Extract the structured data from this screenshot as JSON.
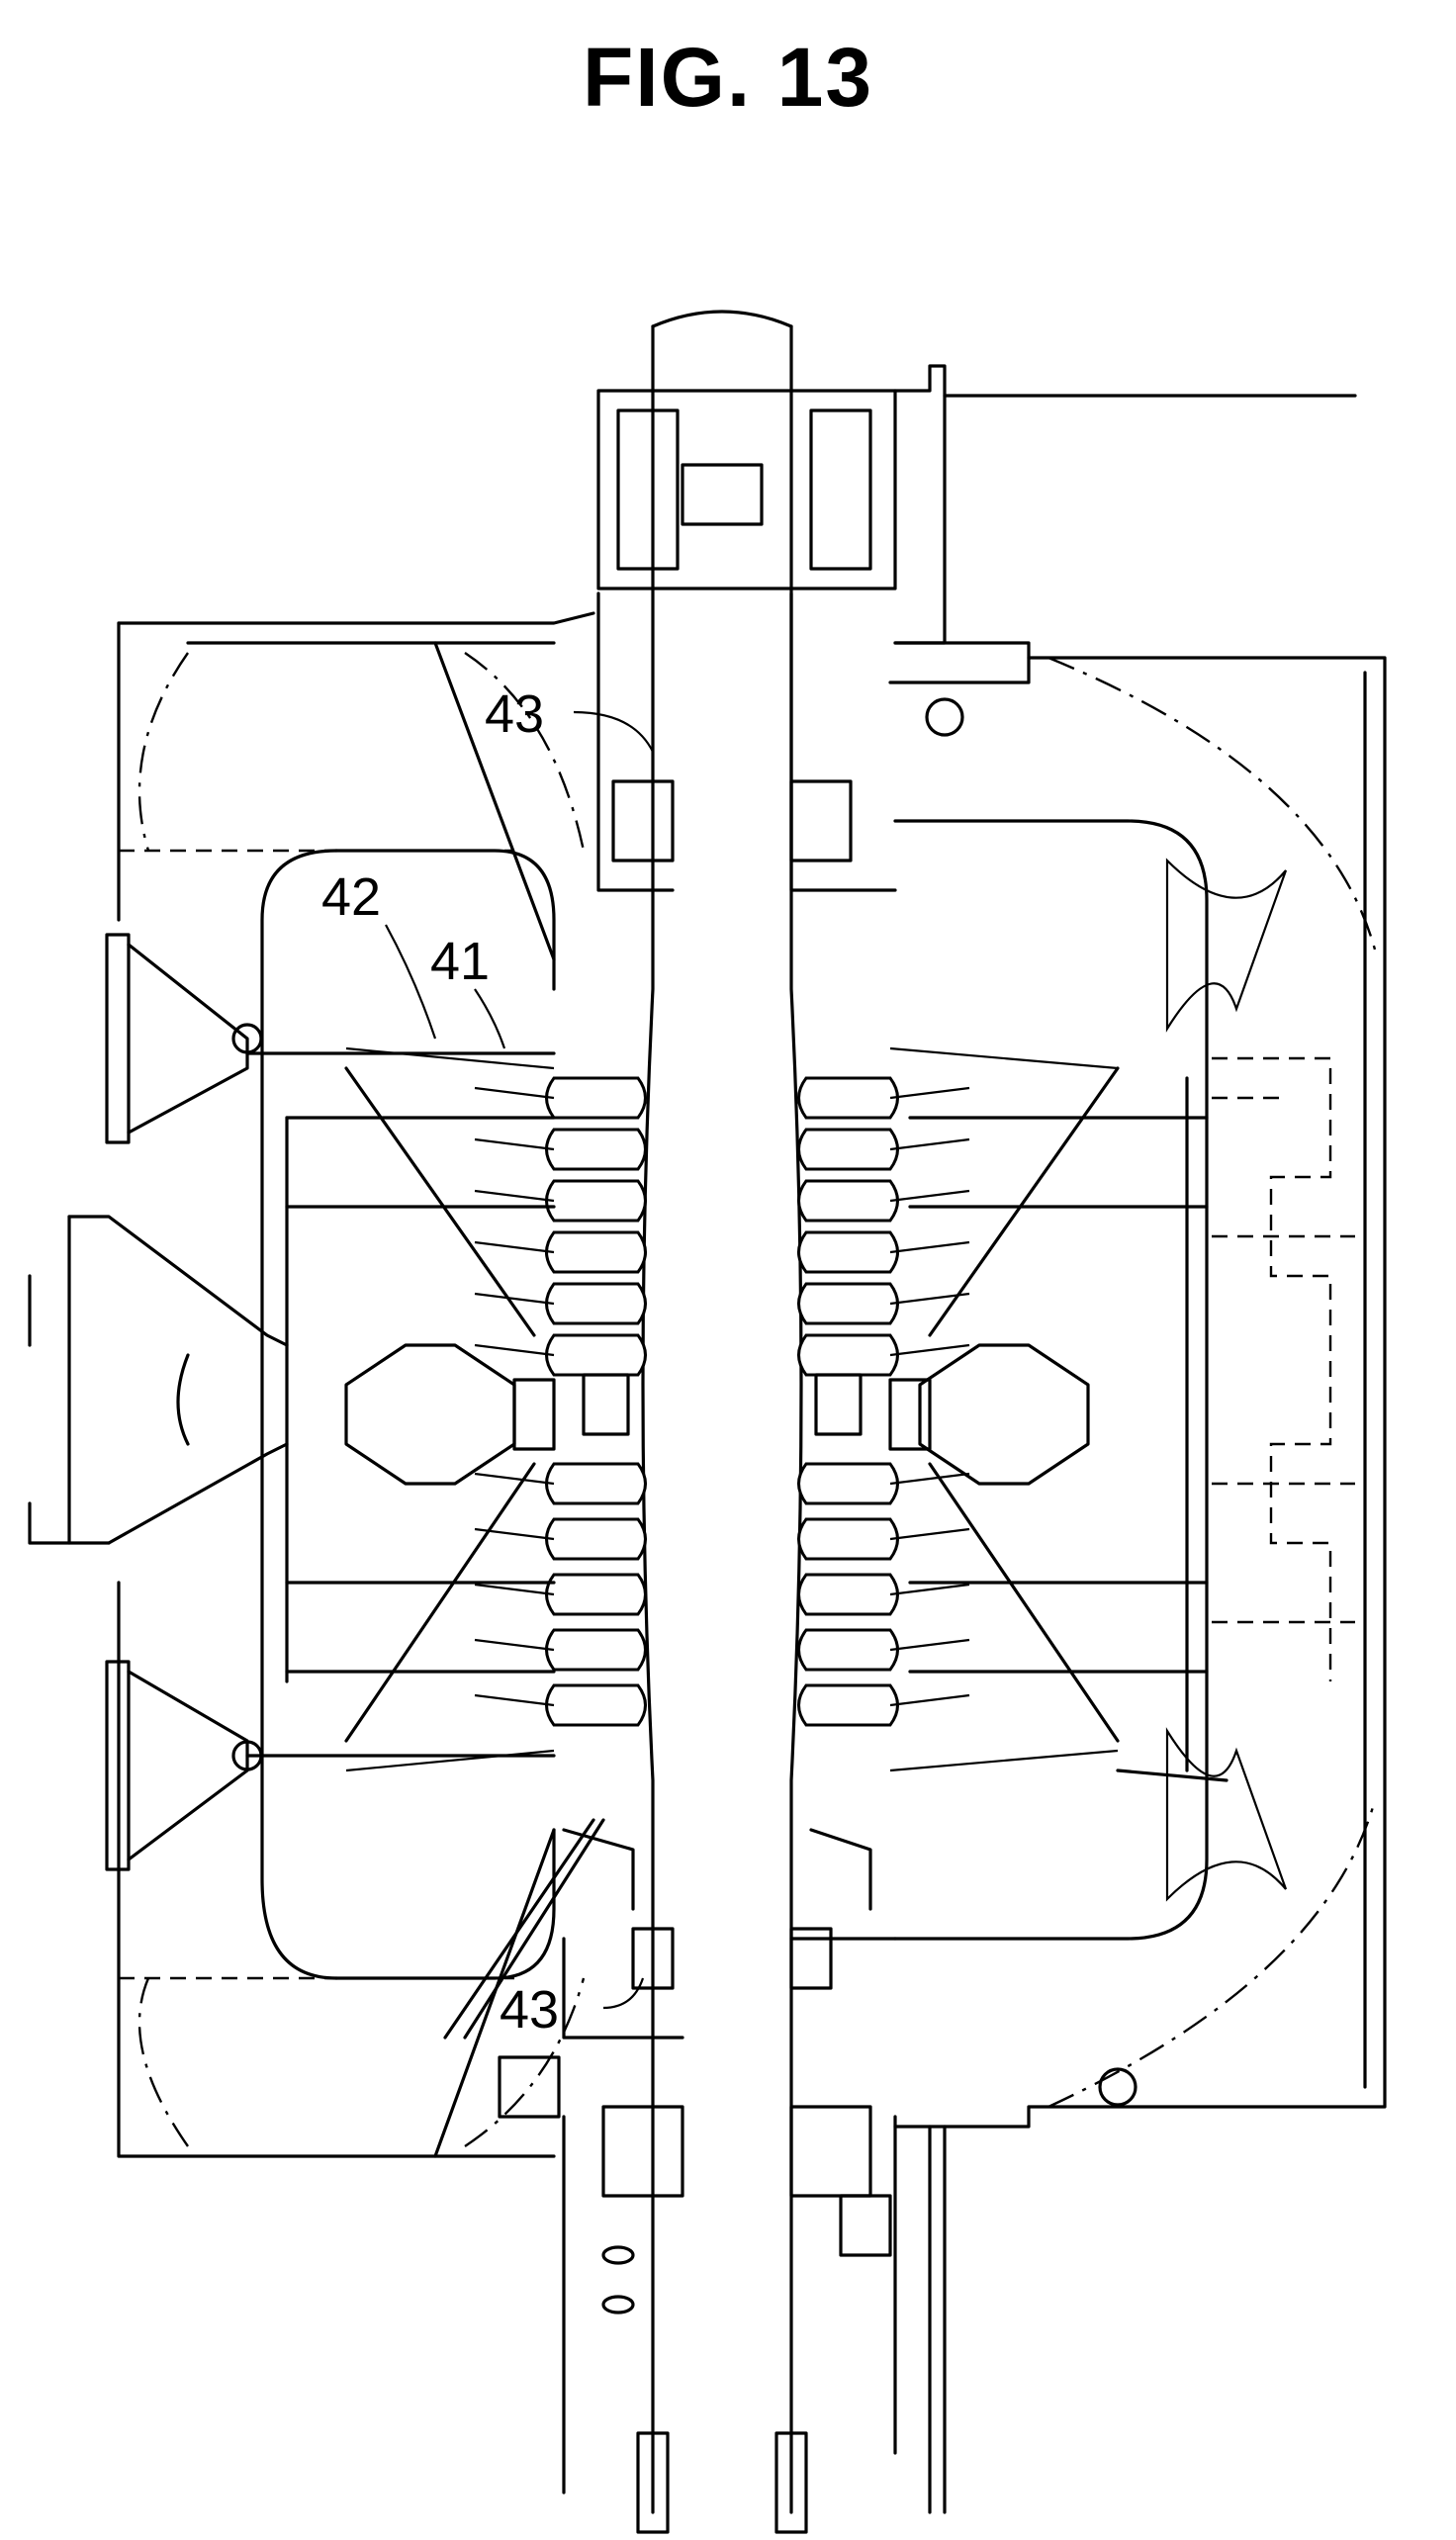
{
  "figure": {
    "title": "FIG. 13"
  },
  "reference_labels": [
    {
      "id": "label-43-upper",
      "text": "43"
    },
    {
      "id": "label-42",
      "text": "42"
    },
    {
      "id": "label-41",
      "text": "41"
    },
    {
      "id": "label-43-lower",
      "text": "43"
    }
  ],
  "stages": {
    "left_upper": 6,
    "left_lower": 5,
    "right_upper": 6,
    "right_lower": 5
  }
}
